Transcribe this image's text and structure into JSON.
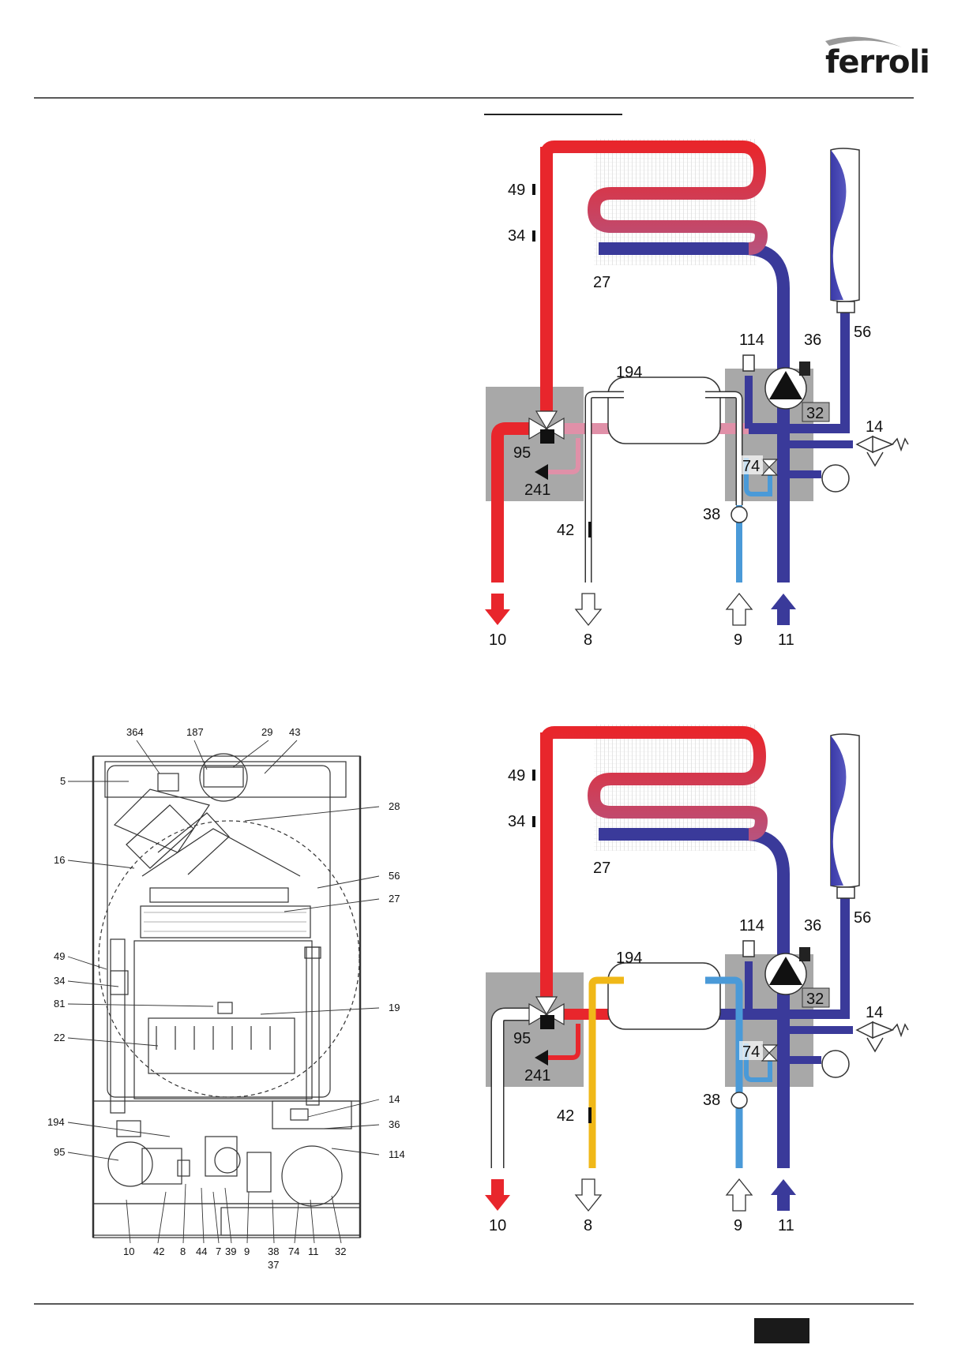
{
  "header": {
    "brand": "ferroli"
  },
  "schematic_top": {
    "labels": {
      "l49": "49",
      "l34": "34",
      "l27": "27",
      "l114": "114",
      "l36": "36",
      "l56": "56",
      "l194": "194",
      "l32": "32",
      "l14": "14",
      "l95": "95",
      "l74": "74",
      "l241": "241",
      "l38": "38",
      "l42": "42",
      "l10": "10",
      "l8": "8",
      "l9": "9",
      "l11": "11"
    }
  },
  "schematic_bottom": {
    "labels": {
      "l49": "49",
      "l34": "34",
      "l27": "27",
      "l114": "114",
      "l36": "36",
      "l56": "56",
      "l194": "194",
      "l32": "32",
      "l14": "14",
      "l95": "95",
      "l74": "74",
      "l241": "241",
      "l38": "38",
      "l42": "42",
      "l10": "10",
      "l8": "8",
      "l9": "9",
      "l11": "11"
    }
  },
  "boiler": {
    "labels": {
      "l364": "364",
      "l187": "187",
      "l29": "29",
      "l43": "43",
      "l5": "5",
      "l28": "28",
      "l16": "16",
      "l56": "56",
      "l27": "27",
      "l49": "49",
      "l34": "34",
      "l81": "81",
      "l19": "19",
      "l22": "22",
      "l14": "14",
      "l194": "194",
      "l36": "36",
      "l95": "95",
      "l114": "114",
      "b10": "10",
      "b42": "42",
      "b8": "8",
      "b44": "44",
      "b7": "7",
      "b39": "39",
      "b9": "9",
      "b38": "38",
      "b37": "37",
      "b74": "74",
      "b11": "11",
      "b32": "32"
    }
  },
  "colors": {
    "hot": "#e8262c",
    "cold": "#3a3a9a",
    "light_blue": "#4a9ad8",
    "pink": "#e090a8",
    "yellow": "#f0b818",
    "grey_block": "#a8a8a8"
  }
}
